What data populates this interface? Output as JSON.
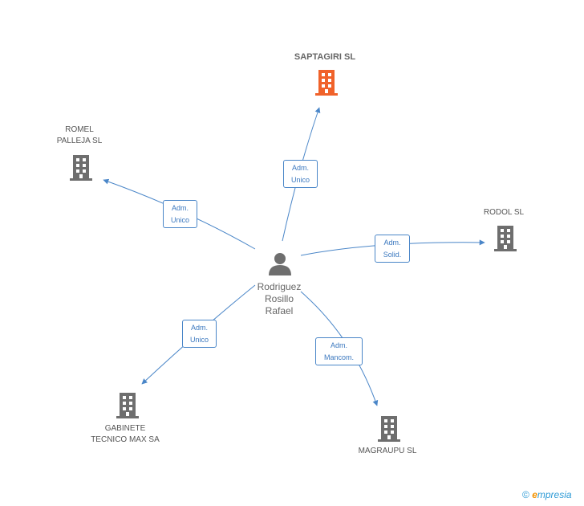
{
  "center": {
    "name_lines": [
      "Rodriguez",
      "Rosillo",
      "Rafael"
    ],
    "icon": "person-icon"
  },
  "nodes": [
    {
      "id": "saptagiri",
      "name": "SAPTAGIRI SL",
      "color": "#f0622a",
      "icon": "building-icon",
      "main": true
    },
    {
      "id": "romel",
      "name_lines": [
        "ROMEL",
        "PALLEJA SL"
      ],
      "color": "#6e6e6e",
      "icon": "building-icon"
    },
    {
      "id": "rodol",
      "name": "RODOL SL",
      "color": "#6e6e6e",
      "icon": "building-icon"
    },
    {
      "id": "gabinete",
      "name_lines": [
        "GABINETE",
        "TECNICO MAX SA"
      ],
      "color": "#6e6e6e",
      "icon": "building-icon"
    },
    {
      "id": "magraupu",
      "name": "MAGRAUPU SL",
      "color": "#6e6e6e",
      "icon": "building-icon"
    }
  ],
  "edges": [
    {
      "to": "saptagiri",
      "label_lines": [
        "Adm.",
        "Unico"
      ]
    },
    {
      "to": "romel",
      "label_lines": [
        "Adm.",
        "Unico"
      ]
    },
    {
      "to": "rodol",
      "label_lines": [
        "Adm.",
        "Solid."
      ]
    },
    {
      "to": "gabinete",
      "label_lines": [
        "Adm.",
        "Unico"
      ]
    },
    {
      "to": "magraupu",
      "label_lines": [
        "Adm.",
        "Mancom."
      ]
    }
  ],
  "edge_color": "#4a86c8",
  "footer": {
    "copyright": "©",
    "brand_initial": "e",
    "brand_rest": "mpresia"
  }
}
